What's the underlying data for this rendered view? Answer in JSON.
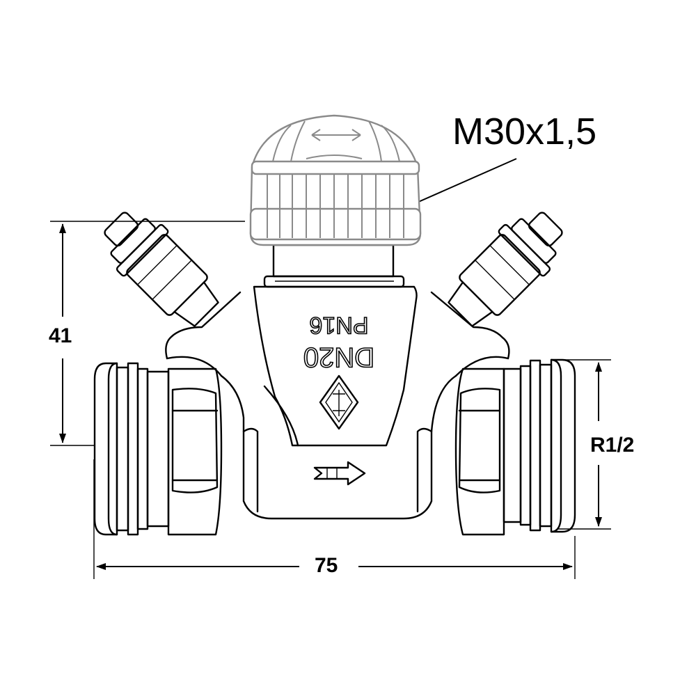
{
  "labels": {
    "thread_callout": "M30x1,5",
    "height": "41",
    "width": "75",
    "connection": "R1/2"
  },
  "body_markings": {
    "line1": "PN16",
    "line2": "DN20"
  },
  "icons": {
    "flow_arrow": "flow-direction-arrow",
    "rotate_arrow": "double-headed-arrow",
    "maker_mark": "diamond-logo"
  }
}
